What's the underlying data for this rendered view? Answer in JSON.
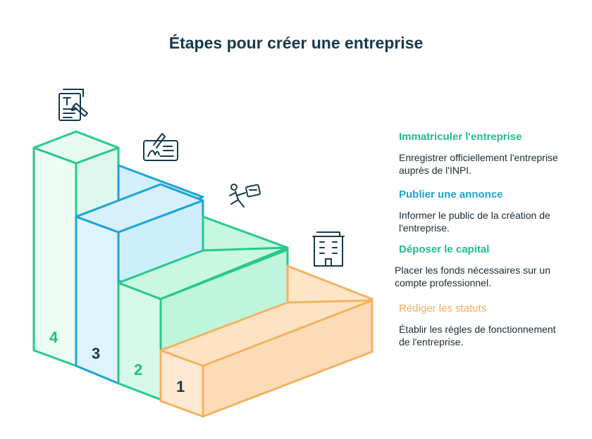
{
  "title": "Étapes pour créer une entreprise",
  "colors": {
    "green": "#27c98a",
    "green_text": "#1fbf85",
    "blue": "#1ea3d8",
    "blue_text": "#19a6d8",
    "orange": "#f5b262",
    "orange_text": "#f2ae5a",
    "dark": "#163a4a"
  },
  "steps": [
    {
      "number": "1",
      "title": "Rédiger les statuts",
      "description": "Établir les règles de fonctionnement de l'entreprise.",
      "icon": "office-building-icon"
    },
    {
      "number": "2",
      "title": "Déposer le capital",
      "description": "Placer les fonds nécessaires sur un compte professionnel.",
      "icon": "running-money-icon"
    },
    {
      "number": "3",
      "title": "Publier une annonce",
      "description": "Informer le public de la création de l'entreprise.",
      "icon": "signature-icon"
    },
    {
      "number": "4",
      "title": "Immatriculer l'entreprise",
      "description": "Enregistrer officiellement l'entreprise auprès de l'INPI.",
      "icon": "document-pencil-icon"
    }
  ]
}
